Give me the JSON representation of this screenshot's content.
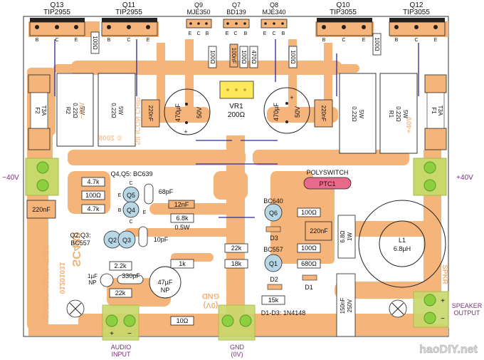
{
  "title": "SC480 Audio Amplifier PCB Component Overlay",
  "colors": {
    "copper": "#f5b47a",
    "board": "#ffffff",
    "outline": "#222222",
    "terminal": "#c8d86a",
    "screw": "#8ccf3f",
    "polyswitch": "#e86a8a",
    "link": "#2a2a9a",
    "label_purple": "#7a2e7a",
    "transistor_small": "#b7d6e6",
    "trimpot": "#ffe95a"
  },
  "transistors_top": [
    {
      "ref": "Q13",
      "part": "TIP2955",
      "pins": [
        "B",
        "C",
        "E"
      ]
    },
    {
      "ref": "Q11",
      "part": "TIP2955",
      "pins": [
        "B",
        "C",
        "E"
      ]
    },
    {
      "ref": "Q9",
      "part": "MJE350",
      "pins": [
        "E",
        "C",
        "B"
      ]
    },
    {
      "ref": "Q7",
      "part": "BD139",
      "pins": [
        "E",
        "C",
        "B"
      ]
    },
    {
      "ref": "Q8",
      "part": "MJE340",
      "pins": [
        "E",
        "C",
        "B"
      ]
    },
    {
      "ref": "Q10",
      "part": "TIP3055",
      "pins": [
        "B",
        "C",
        "E"
      ]
    },
    {
      "ref": "Q12",
      "part": "TIP3055",
      "pins": [
        "B",
        "C",
        "E"
      ]
    }
  ],
  "top_resistors": [
    "100Ω",
    "100Ω",
    "100nF",
    "100Ω",
    "470Ω",
    "100Ω",
    "100Ω"
  ],
  "power_resistors": [
    {
      "ref": "R2",
      "value": "0.22Ω",
      "power": "5W"
    },
    {
      "ref": "",
      "value": "0.22Ω",
      "power": "5W"
    },
    {
      "ref": "",
      "value": "0.22Ω",
      "power": "5W"
    },
    {
      "ref": "R1",
      "value": "0.22Ω",
      "power": "5W"
    }
  ],
  "fuses": [
    {
      "ref": "F2",
      "rating": "T3A"
    },
    {
      "ref": "F1",
      "rating": "T3A"
    }
  ],
  "caps_main": [
    {
      "value": "470µF",
      "voltage": "50V"
    },
    {
      "value": "470µF",
      "voltage": "50V"
    }
  ],
  "cap_220nF": "220nF",
  "trimpot": {
    "ref": "VR1",
    "value": "200Ω"
  },
  "silk_text": {
    "copyright": "© 2008",
    "minus40": "−40V",
    "plus40": "+40V",
    "board_id": "01201031",
    "sc480": "SC480",
    "audio_amp": "AUDIO AMPLIFIER",
    "silicon_chip": "SILICON CHIP",
    "in": "IN",
    "gnd": "GND",
    "zero_v": "(0V)",
    "spkr": "SPKR"
  },
  "power_labels": {
    "minus": "−40V",
    "plus": "+40V"
  },
  "polyswitch": {
    "label": "POLYSWITCH",
    "ref": "PTC1"
  },
  "small_transistors": {
    "q45_label": "Q4,Q5: BC639",
    "q23_label": "Q2,Q3:",
    "q23_part": "BC557",
    "q6_part": "BC640",
    "q1_part": "BC557",
    "Q5": "Q5",
    "Q4": "Q4",
    "Q2": "Q2",
    "Q3": "Q3",
    "Q6": "Q6",
    "Q1": "Q1",
    "pin_B": "B",
    "pin_C": "C",
    "pin_E": "E"
  },
  "resistors": {
    "r_47k_a": "4.7k",
    "r_100_a": "100Ω",
    "r_47k_b": "4.7k",
    "r_68k": "6.8k",
    "r_68k_power": "0.5W",
    "r_22k_mid": "22k",
    "r_18k": "18k",
    "r_1k": "1k",
    "r_22k_in": "22k",
    "r_22_in": "2.2k",
    "r_10": "10Ω",
    "r_100_q6": "100Ω",
    "r_100_b": "100Ω",
    "r_680": "680Ω",
    "r_15k": "15k",
    "r_68_1w": "6.8Ω",
    "r_68_1w_power": "1W"
  },
  "capacitors": {
    "c_220nF_left": "220nF",
    "c_68pF": "68pF",
    "c_12nF": "12nF",
    "c_10pF": "10pF",
    "c_1uF": "1µF",
    "c_1uF_np": "NP",
    "c_330pF": "330pF",
    "c_47uF": "47µF",
    "c_47uF_np": "NP",
    "c_220nF_right": "220nF",
    "c_150nF": "150nF",
    "c_150nF_v": "250V"
  },
  "diodes": {
    "D1": "D1",
    "D2": "D2",
    "D3": "D3",
    "note": "D1-D3: 1N4148"
  },
  "inductor": {
    "ref": "L1",
    "value": "6.8µH"
  },
  "connectors": {
    "audio_input": [
      "AUDIO",
      "INPUT"
    ],
    "gnd": [
      "GND",
      "(0V)"
    ],
    "speaker_output": [
      "SPEAKER",
      "OUTPUT"
    ],
    "plus": "+",
    "minus": "−"
  },
  "watermark": "haoDIY.net"
}
